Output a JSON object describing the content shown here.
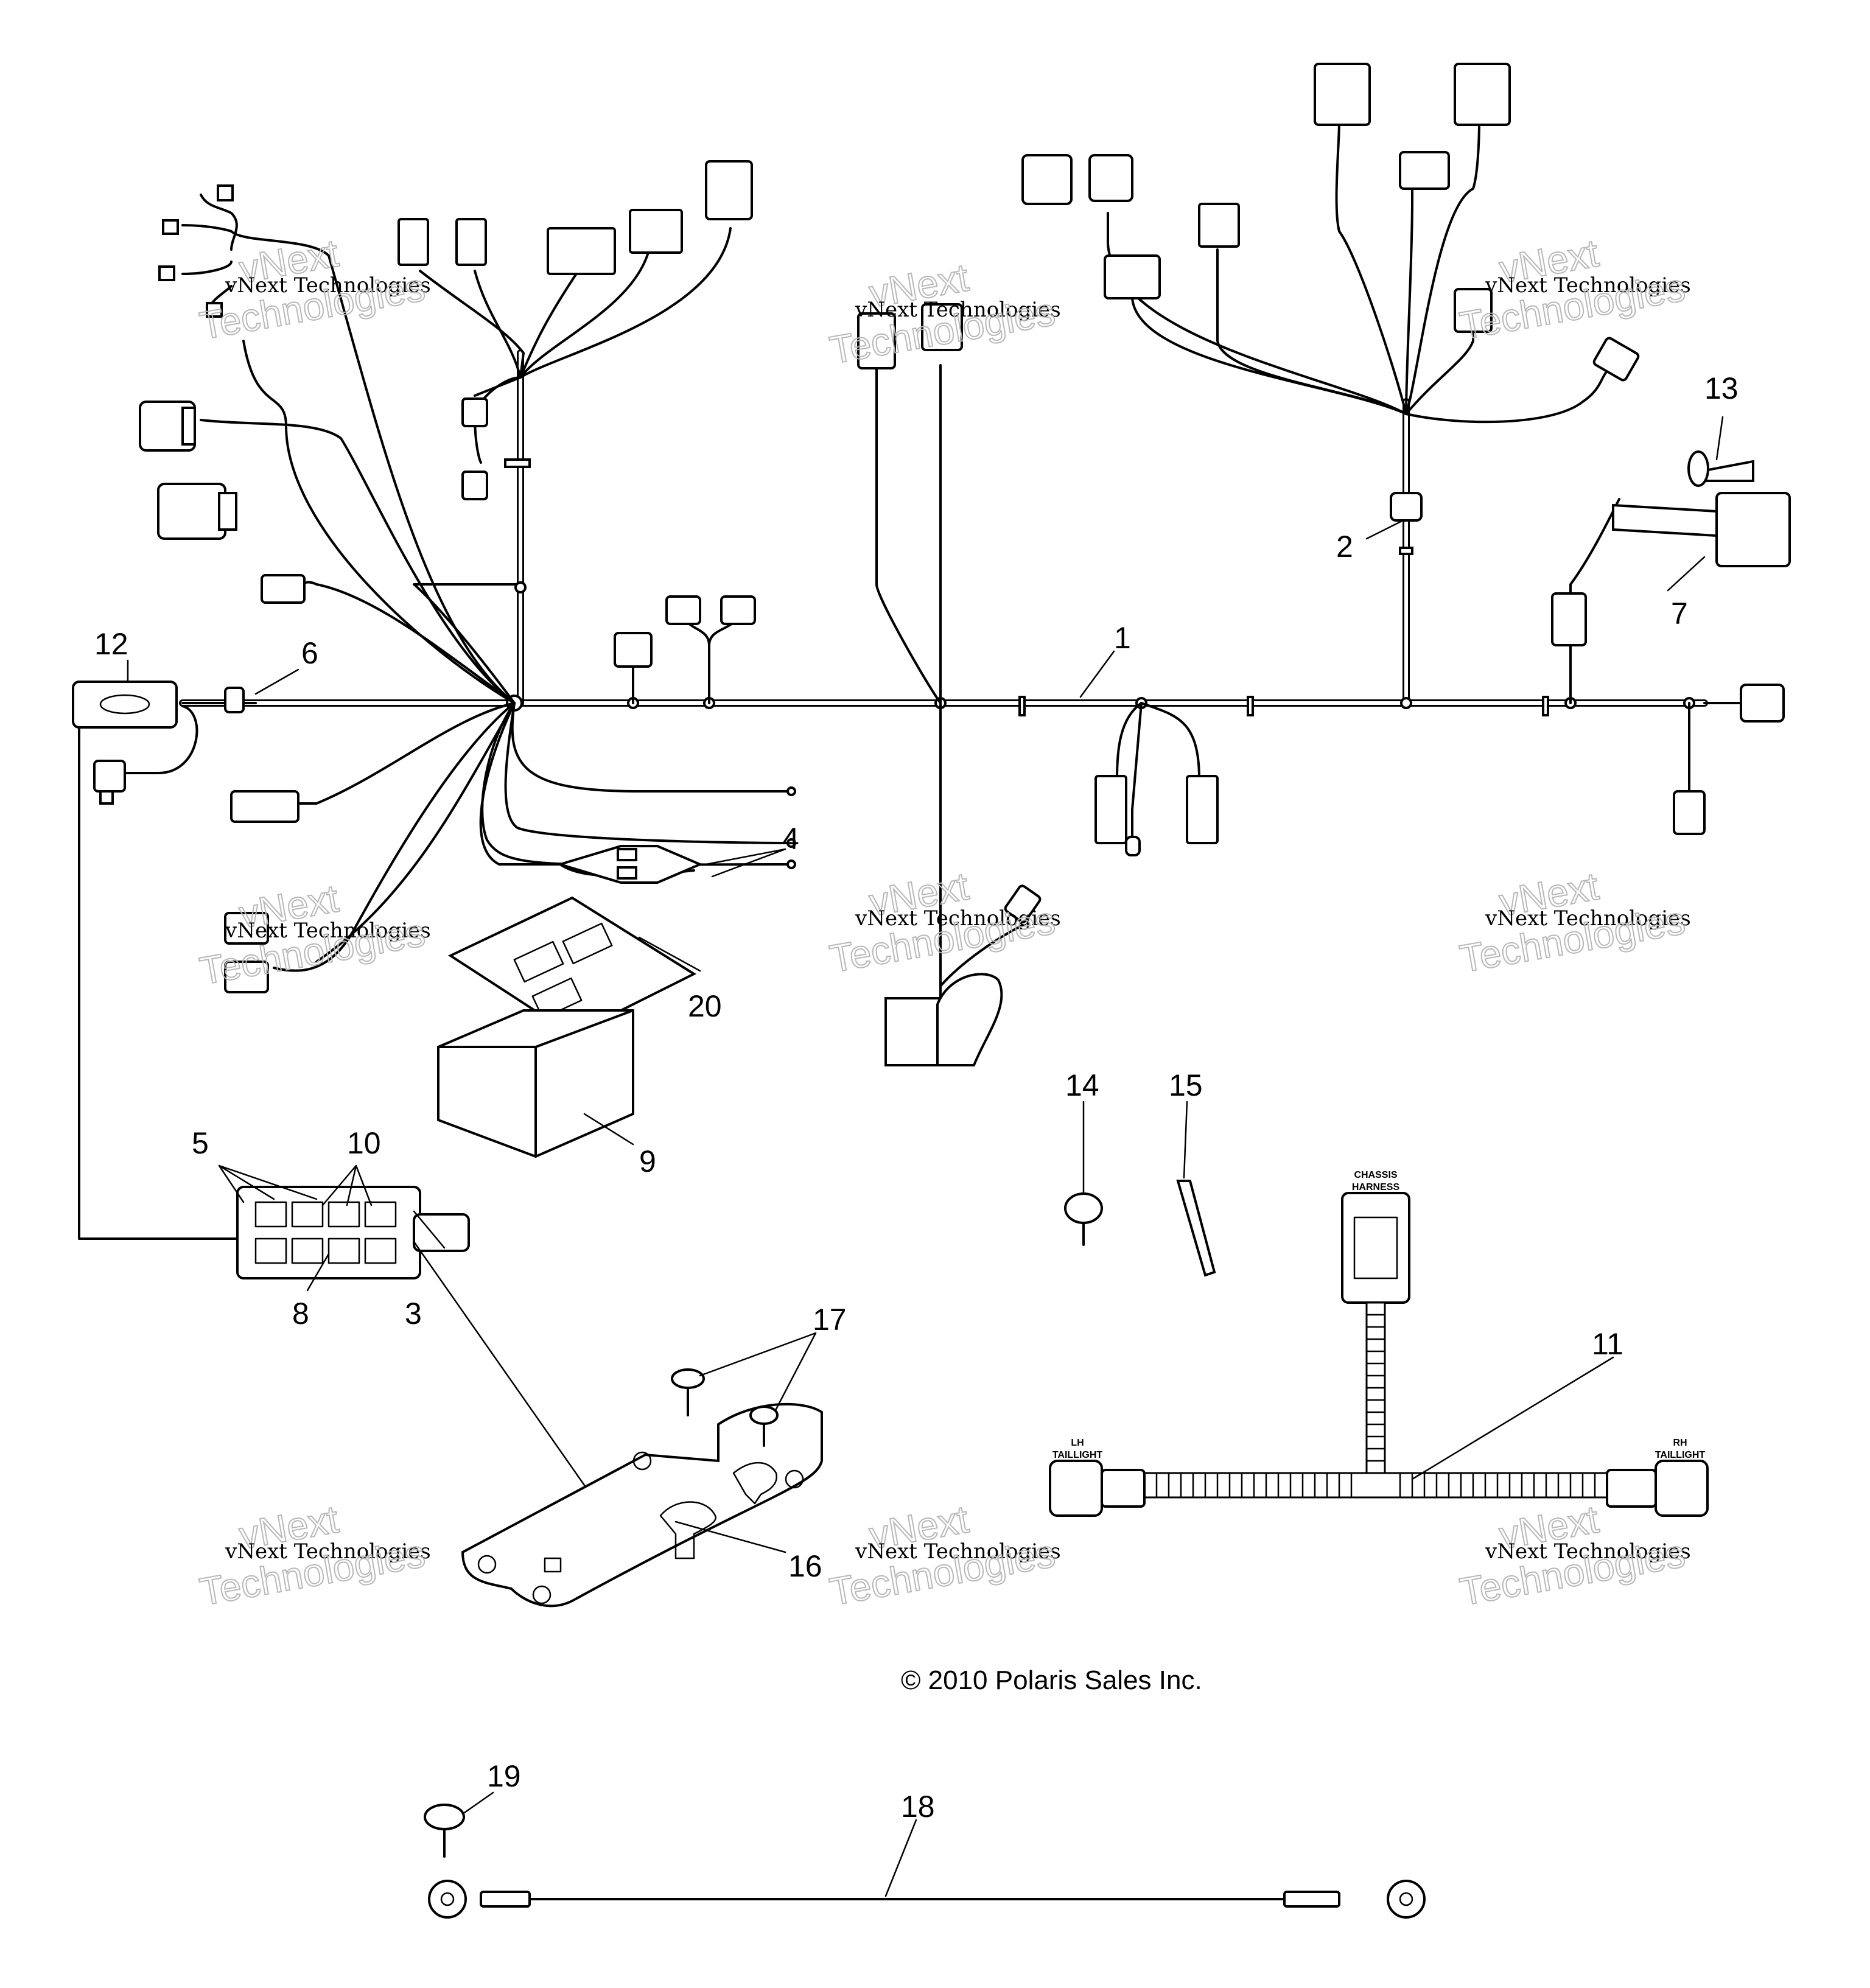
{
  "callouts": [
    "1",
    "2",
    "3",
    "4",
    "5",
    "6",
    "7",
    "8",
    "9",
    "10",
    "11",
    "12",
    "13",
    "14",
    "15",
    "16",
    "17",
    "18",
    "19",
    "20"
  ],
  "watermark": {
    "line1": "vNext Technologies",
    "line2a": "vNext",
    "line2b": "Technologies"
  },
  "copyright": "© 2010 Polaris Sales Inc.",
  "labels": {
    "chassis_1": "CHASSIS",
    "chassis_2": "HARNESS",
    "lh_1": "LH",
    "lh_2": "TAILLIGHT",
    "rh_1": "RH",
    "rh_2": "TAILLIGHT"
  }
}
